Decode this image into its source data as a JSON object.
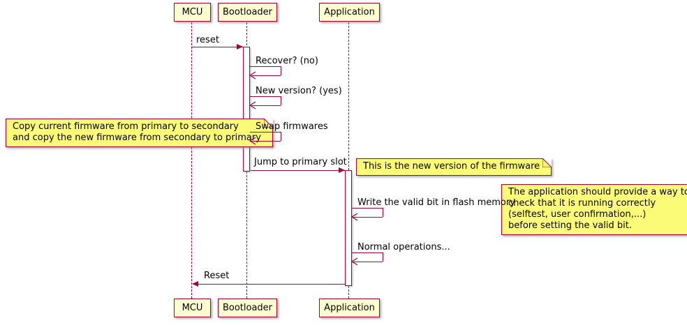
{
  "participants": [
    {
      "id": "mcu",
      "name": "MCU"
    },
    {
      "id": "bootloader",
      "name": "Bootloader"
    },
    {
      "id": "application",
      "name": "Application"
    }
  ],
  "messages": {
    "reset": {
      "label": "reset",
      "from": "MCU",
      "to": "Bootloader",
      "type": "solid"
    },
    "recover": {
      "label": "Recover? (no)",
      "from": "Bootloader",
      "to": "Bootloader",
      "type": "self"
    },
    "new_version": {
      "label": "New version? (yes)",
      "from": "Bootloader",
      "to": "Bootloader",
      "type": "self"
    },
    "swap": {
      "label": "Swap firmwares",
      "from": "Bootloader",
      "to": "Bootloader",
      "type": "self"
    },
    "jump": {
      "label": "Jump to primary slot",
      "from": "Bootloader",
      "to": "Application",
      "type": "solid"
    },
    "write_valid_bit": {
      "label": "Write the valid bit in flash memory",
      "from": "Application",
      "to": "Application",
      "type": "self"
    },
    "normal_operations": {
      "label": "Normal operations...",
      "from": "Application",
      "to": "Application",
      "type": "self"
    },
    "reset_return": {
      "label": "Reset",
      "from": "Application",
      "to": "MCU",
      "type": "solid"
    }
  },
  "notes": {
    "copy_firmware": {
      "position": "left of Bootloader",
      "text": "Copy current firmware from primary to secondary\nand copy the new firmware from secondary to primary"
    },
    "new_version": {
      "position": "right of Application",
      "text": "This is the new version of the firmware"
    },
    "valid_bit": {
      "position": "right of Application",
      "text": "The application should provide a way to\ncheck that it is running correctly\n(selftest, user confirmation,...)\nbefore setting the valid bit."
    }
  },
  "colors": {
    "accent": "#A80036",
    "participant_fill": "#FEFECE",
    "note_fill": "#FBFB77",
    "background": "#FFFFFF",
    "text": "#000000"
  }
}
